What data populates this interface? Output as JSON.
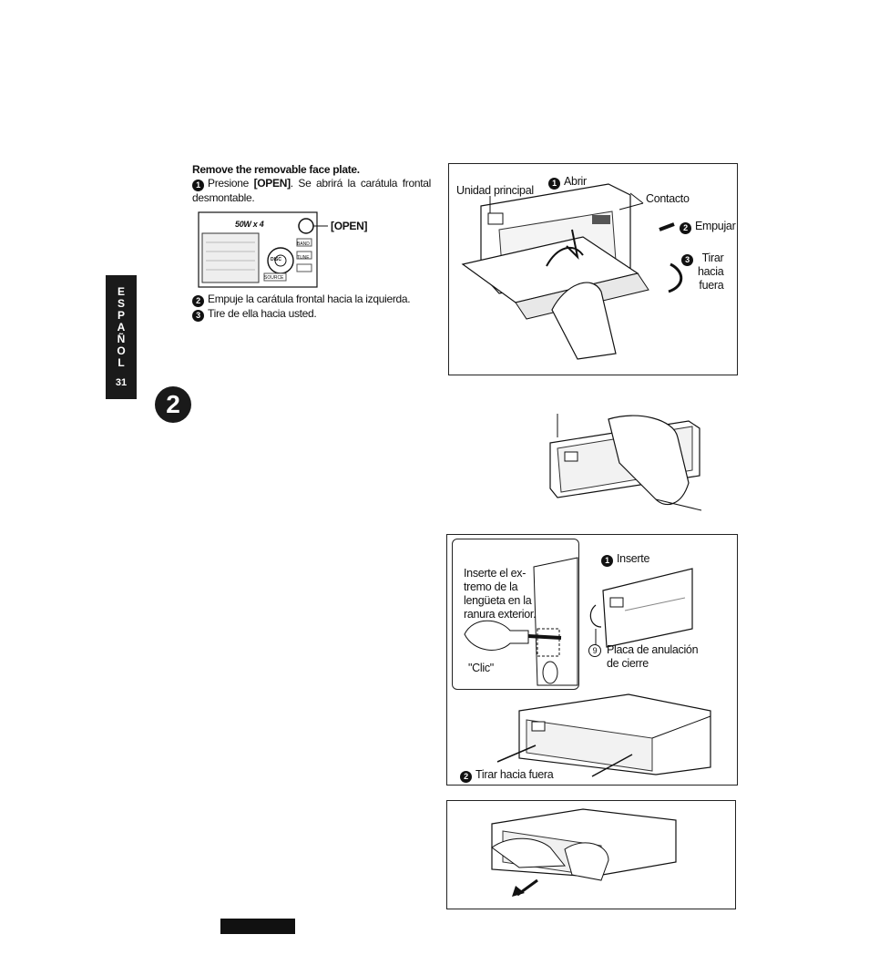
{
  "side_tab": {
    "letters": "E\nS\nP\nA\nÑ\nO\nL",
    "page_number": "31"
  },
  "step_badge": "2",
  "section": {
    "heading": "Remove the removable face plate.",
    "steps": [
      {
        "num": "1",
        "text_a": "Presione ",
        "text_b": "[OPEN]",
        "text_c": ". Se abrirá la carátula frontal desmontable."
      },
      {
        "num": "2",
        "text": "Empuje la carátula frontal hacia la izquierda."
      },
      {
        "num": "3",
        "text": "Tire de ella hacia usted."
      }
    ],
    "panel_label": "50W x 4",
    "open_label": "[OPEN]",
    "panel_buttons": {
      "band": "BAND",
      "disc": "DISC",
      "tune": "TUNE",
      "source": "SOURCE"
    }
  },
  "figure1": {
    "unidad": "Unidad principal",
    "abrir_num": "1",
    "abrir": "Abrir",
    "contacto": "Contacto",
    "empujar_num": "2",
    "empujar": "Empujar",
    "tirar_num": "3",
    "tirar": "Tirar\nhacia\nfuera"
  },
  "figure3": {
    "callout": "Inserte el ex-\ntremo de la\nlengüeta en la\nranura exterior.",
    "clic": "\"Clic\"",
    "inserte_num": "1",
    "inserte": "Inserte",
    "placa_num": "9",
    "placa": "Placa de anulación\nde cierre",
    "tirar_num": "2",
    "tirar": "Tirar hacia fuera"
  }
}
